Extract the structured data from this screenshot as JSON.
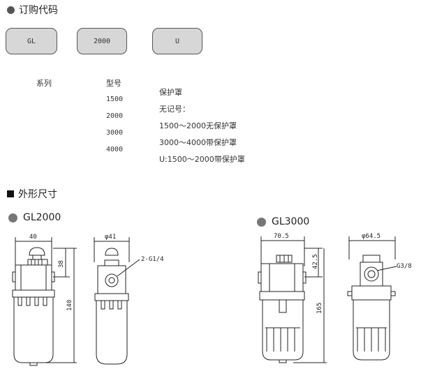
{
  "order_code": {
    "title": "订购代码",
    "boxes": [
      "GL",
      "2000",
      "U"
    ]
  },
  "table": {
    "col_series": "系列",
    "col_model": "型号",
    "models": [
      "1500",
      "2000",
      "3000",
      "4000"
    ],
    "cover_title": "保护罩",
    "no_mark": "无记号：",
    "notes": [
      "1500～2000无保护罩",
      "3000～4000带保护罩",
      "U:1500～2000带保护罩"
    ]
  },
  "dimensions": {
    "title": "外形尺寸",
    "gl2000": {
      "name": "GL2000",
      "w": "40",
      "h_top": "38",
      "h_total": "140",
      "phi": "φ41",
      "port": "2-G1/4"
    },
    "gl3000": {
      "name": "GL3000",
      "w": "70.5",
      "h_top": "42.5",
      "h_total": "165",
      "phi": "φ64.5",
      "port": "G3/8"
    }
  }
}
